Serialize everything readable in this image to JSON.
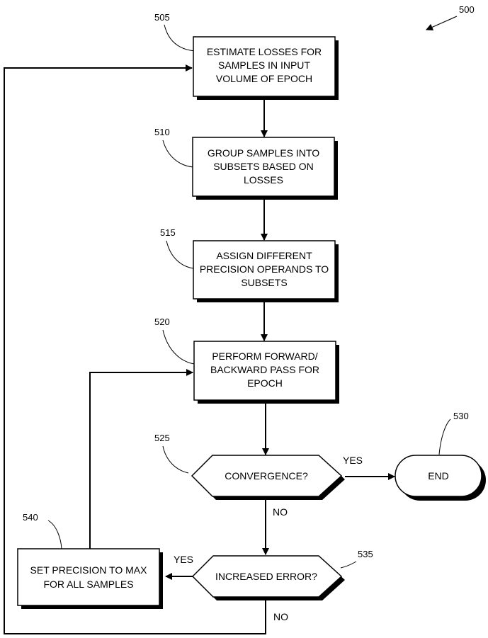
{
  "figure": {
    "ref": "500",
    "steps": [
      {
        "ref": "505",
        "lines": [
          "ESTIMATE LOSSES FOR",
          "SAMPLES IN INPUT",
          "VOLUME OF EPOCH"
        ]
      },
      {
        "ref": "510",
        "lines": [
          "GROUP SAMPLES INTO",
          "SUBSETS BASED ON",
          "LOSSES"
        ]
      },
      {
        "ref": "515",
        "lines": [
          "ASSIGN DIFFERENT",
          "PRECISION OPERANDS TO",
          "SUBSETS"
        ]
      },
      {
        "ref": "520",
        "lines": [
          "PERFORM FORWARD/",
          "BACKWARD PASS FOR",
          "EPOCH"
        ]
      },
      {
        "ref": "540",
        "lines": [
          "SET PRECISION TO MAX",
          "FOR ALL SAMPLES"
        ]
      }
    ],
    "decisions": [
      {
        "ref": "525",
        "label": "CONVERGENCE?"
      },
      {
        "ref": "535",
        "label": "INCREASED ERROR?"
      }
    ],
    "terminal": {
      "ref": "530",
      "label": "END"
    },
    "edge_labels": {
      "convergence_yes": "YES",
      "convergence_no": "NO",
      "error_yes": "YES",
      "error_no": "NO"
    }
  }
}
